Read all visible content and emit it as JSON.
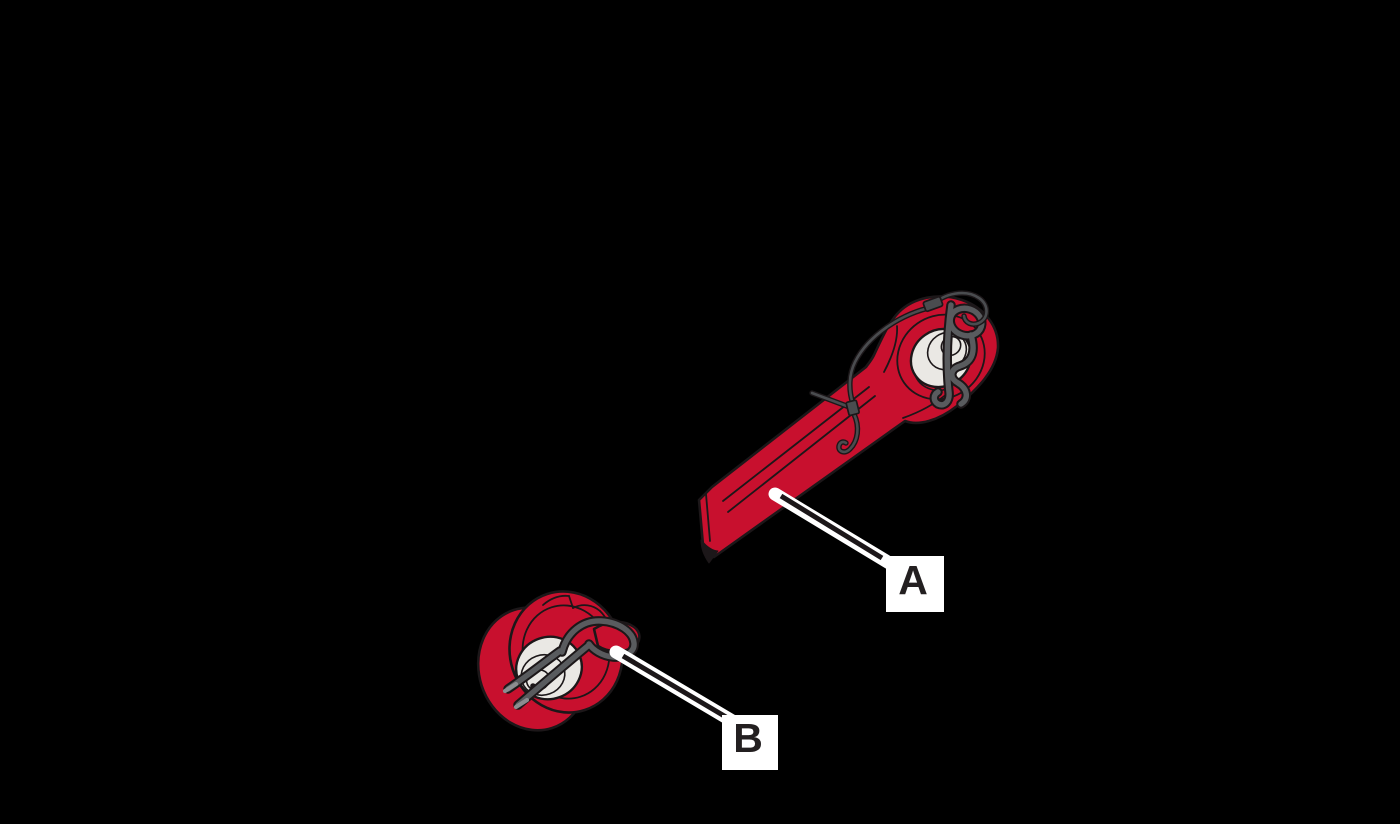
{
  "callouts": [
    {
      "id": "A",
      "label": "A"
    },
    {
      "id": "B",
      "label": "B"
    }
  ],
  "colors": {
    "background": "#000000",
    "part_red": "#C8102E",
    "outline": "#1C1719",
    "pin_gray": "#595B5E",
    "pin_gray_light": "#8B8D90",
    "cable_gray": "#4A4C4F",
    "bushing_white": "#EAE8E4",
    "leader_white": "#FFFFFF",
    "callout_bg": "#FFFFFF",
    "callout_text": "#231F20"
  }
}
